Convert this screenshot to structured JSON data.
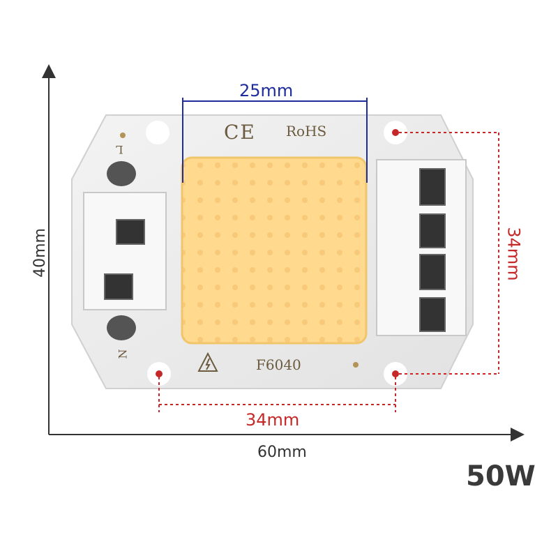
{
  "diagram": {
    "dimensions": {
      "led_width": "25mm",
      "hole_spacing_horizontal": "34mm",
      "hole_spacing_vertical": "34mm",
      "board_width": "60mm",
      "board_height": "40mm"
    },
    "board_markings": {
      "ce_mark": "CE",
      "rohs": "RoHS",
      "model": "F6040",
      "terminal_l": "L",
      "terminal_n": "N"
    },
    "wattage": "50W",
    "colors": {
      "led_emitter": "#ffd98e",
      "board": "#ededed",
      "dimension_blue": "#1e2c9c",
      "dimension_red": "#c62828",
      "axis": "#333333"
    },
    "icons": [
      "high-voltage-warning-icon",
      "ce-mark-icon"
    ]
  }
}
